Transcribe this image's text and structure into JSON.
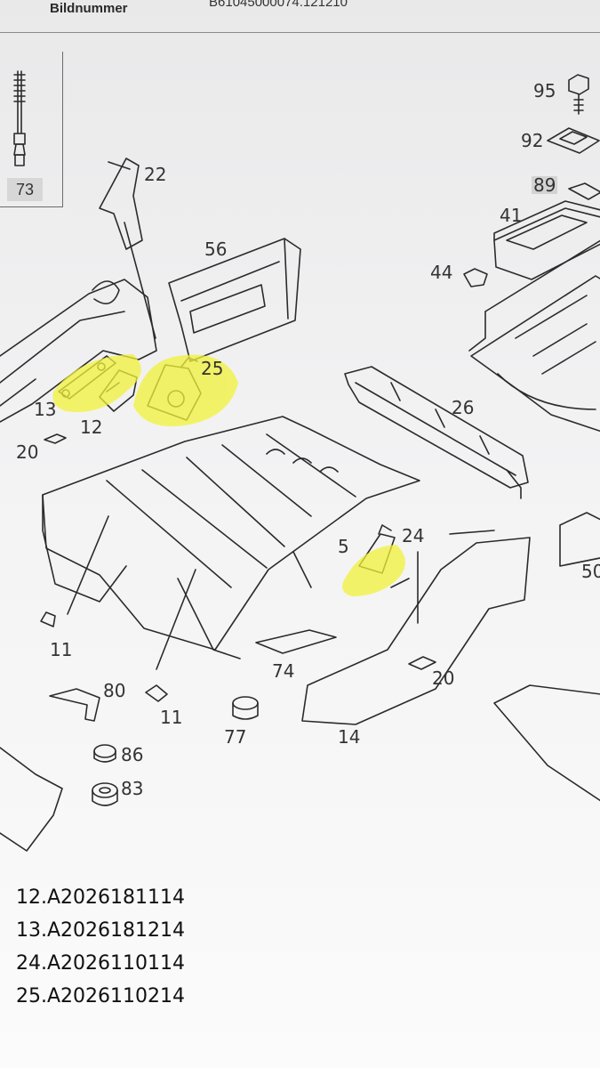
{
  "header": {
    "label": "Bildnummer",
    "code": "B61045000074.121210"
  },
  "inset_callout": "73",
  "callouts": [
    {
      "id": "c95",
      "text": "95"
    },
    {
      "id": "c92",
      "text": "92"
    },
    {
      "id": "c89",
      "text": "89"
    },
    {
      "id": "c41",
      "text": "41"
    },
    {
      "id": "c44",
      "text": "44"
    },
    {
      "id": "c22",
      "text": "22"
    },
    {
      "id": "c56",
      "text": "56"
    },
    {
      "id": "c25",
      "text": "25"
    },
    {
      "id": "c13",
      "text": "13"
    },
    {
      "id": "c12",
      "text": "12"
    },
    {
      "id": "c20a",
      "text": "20"
    },
    {
      "id": "c26",
      "text": "26"
    },
    {
      "id": "c5",
      "text": "5"
    },
    {
      "id": "c24",
      "text": "24"
    },
    {
      "id": "c50",
      "text": "50"
    },
    {
      "id": "c11a",
      "text": "11"
    },
    {
      "id": "c74",
      "text": "74"
    },
    {
      "id": "c20b",
      "text": "20"
    },
    {
      "id": "c80",
      "text": "80"
    },
    {
      "id": "c11b",
      "text": "11"
    },
    {
      "id": "c77",
      "text": "77"
    },
    {
      "id": "c14",
      "text": "14"
    },
    {
      "id": "c86",
      "text": "86"
    },
    {
      "id": "c83",
      "text": "83"
    }
  ],
  "highlight_color": "#f2f23a",
  "parts_list": [
    "12.A2026181114",
    "13.A2026181214",
    "24.A2026110114",
    "25.A2026110214"
  ]
}
